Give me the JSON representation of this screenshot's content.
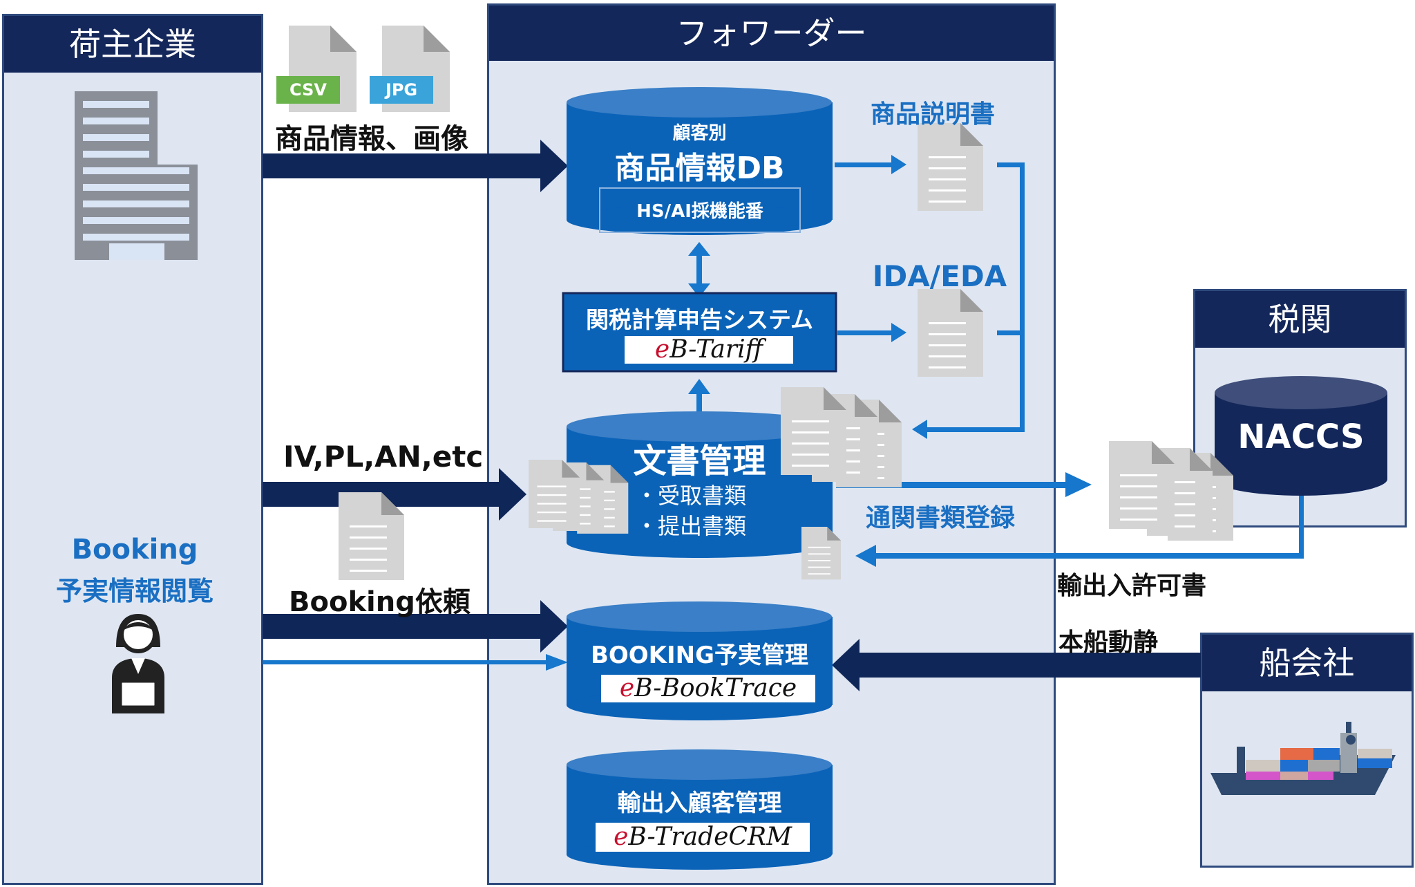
{
  "colors": {
    "navy": "#14275a",
    "panel_bg": "#dfe6f2",
    "db_blue": "#0b63b8",
    "db_top": "#3a7fc7",
    "arrow_navy": "#0f2658",
    "arrow_blue": "#1677cc",
    "doc_gray": "#d4d4d4",
    "label_blue": "#1a6fc2",
    "brand_red": "#c8102e"
  },
  "shipper": {
    "title": "荷主企業",
    "booking_view_line1": "Booking",
    "booking_view_line2": "予実情報閲覧",
    "icons": [
      "building-icon",
      "person-laptop-icon"
    ]
  },
  "forwarder": {
    "title": "フォワーダー"
  },
  "customs": {
    "title": "税関",
    "naccs": "NACCS"
  },
  "carrier": {
    "title": "船会社",
    "icons": [
      "container-ship-icon"
    ]
  },
  "file_badges": {
    "csv": "CSV",
    "jpg": "JPG"
  },
  "flows": {
    "product_info": "商品情報、画像",
    "iv_pl": "IV,PL,AN,etc",
    "booking_request": "Booking依頼",
    "customs_registration": "通関書類登録",
    "permit": "輸出入許可書",
    "vessel_status": "本船動静"
  },
  "product_db": {
    "subtitle": "顧客別",
    "title": "商品情報DB",
    "feature": "HS/AI採機能番"
  },
  "tariff_system": {
    "title": "関税計算申告システム",
    "brand_e": "e",
    "brand_rest": "B-Tariff"
  },
  "doc_management": {
    "title": "文書管理",
    "item1": "・受取書類",
    "item2": "・提出書類"
  },
  "booking_management": {
    "title": "BOOKING予実管理",
    "brand_e": "e",
    "brand_rest": "B-BookTrace"
  },
  "crm": {
    "title": "輸出入顧客管理",
    "brand_e": "e",
    "brand_rest": "B-TradeCRM"
  },
  "outputs": {
    "product_manual": "商品説明書",
    "ida_eda": "IDA/EDA"
  }
}
